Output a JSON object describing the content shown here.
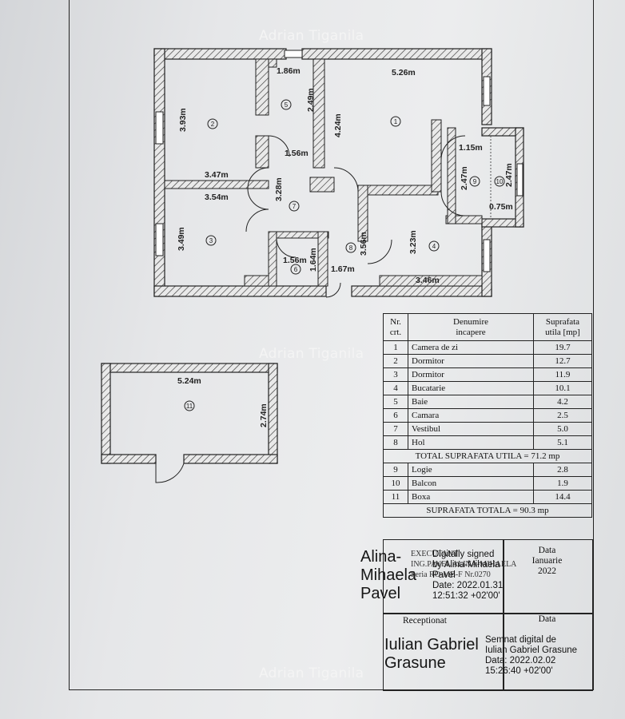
{
  "watermarks": [
    "Adrian Tiganila",
    "Adrian Tiganila",
    "Adrian Tiganila"
  ],
  "dimensions": {
    "d1": "1.86m",
    "d2": "5.26m",
    "d3": "3.93m",
    "d4": "2.49m",
    "d5": "4.24m",
    "d6": "1.56m",
    "d7": "1.15m",
    "d8": "3.47m",
    "d9": "3.54m",
    "d10": "3.28m",
    "d11": "2.47m",
    "d12": "2.47m",
    "d13": "0.75m",
    "d14": "3.23m",
    "d15": "3.49m",
    "d16": "3.56m",
    "d17": "1.56m",
    "d18": "1.64m",
    "d19": "1.67m",
    "d20": "3.46m",
    "d21": "5.24m",
    "d22": "2.74m"
  },
  "room_markers": [
    "1",
    "2",
    "3",
    "4",
    "5",
    "6",
    "7",
    "8",
    "9",
    "10",
    "11"
  ],
  "table": {
    "header": {
      "nr": "Nr.\ncrt.",
      "name": "Denumire\nincapere",
      "area": "Suprafata\nutila [mp]"
    },
    "rows": [
      {
        "nr": "1",
        "name": "Camera de zi",
        "area": "19.7"
      },
      {
        "nr": "2",
        "name": "Dormitor",
        "area": "12.7"
      },
      {
        "nr": "3",
        "name": "Dormitor",
        "area": "11.9"
      },
      {
        "nr": "4",
        "name": "Bucatarie",
        "area": "10.1"
      },
      {
        "nr": "5",
        "name": "Baie",
        "area": "4.2"
      },
      {
        "nr": "6",
        "name": "Camara",
        "area": "2.5"
      },
      {
        "nr": "7",
        "name": "Vestibul",
        "area": "5.0"
      },
      {
        "nr": "8",
        "name": "Hol",
        "area": "5.1"
      }
    ],
    "total_util": "TOTAL SUPRAFATA UTILA = 71.2 mp",
    "rows2": [
      {
        "nr": "9",
        "name": "Logie",
        "area": "2.8"
      },
      {
        "nr": "10",
        "name": "Balcon",
        "area": "1.9"
      },
      {
        "nr": "11",
        "name": "Boxa",
        "area": "14.4"
      }
    ],
    "total": "SUPRAFATA TOTALA = 90.3 mp"
  },
  "signature": {
    "exec_big": "Alina-\nMihaela\nPavel",
    "exec_small": "Digitally signed\nby Alina-Mihaela\nPavel\nDate: 2022.01.31\n12:51:32 +02'00'",
    "exec_stamp": "EXECUTANT\nING.PAVEL ALINA-MIHAELA\nSeria RO-MB-F Nr.0270",
    "data_label": "Data",
    "data_value": "Ianuarie\n2022",
    "receptionat": "Receptionat",
    "data_label2": "Data",
    "recv_big": "Iulian Gabriel\nGrasune",
    "recv_small": "Semnat digital de\nIulian Gabriel Grasune\nData: 2022.02.02\n15:26:40 +02'00'"
  }
}
